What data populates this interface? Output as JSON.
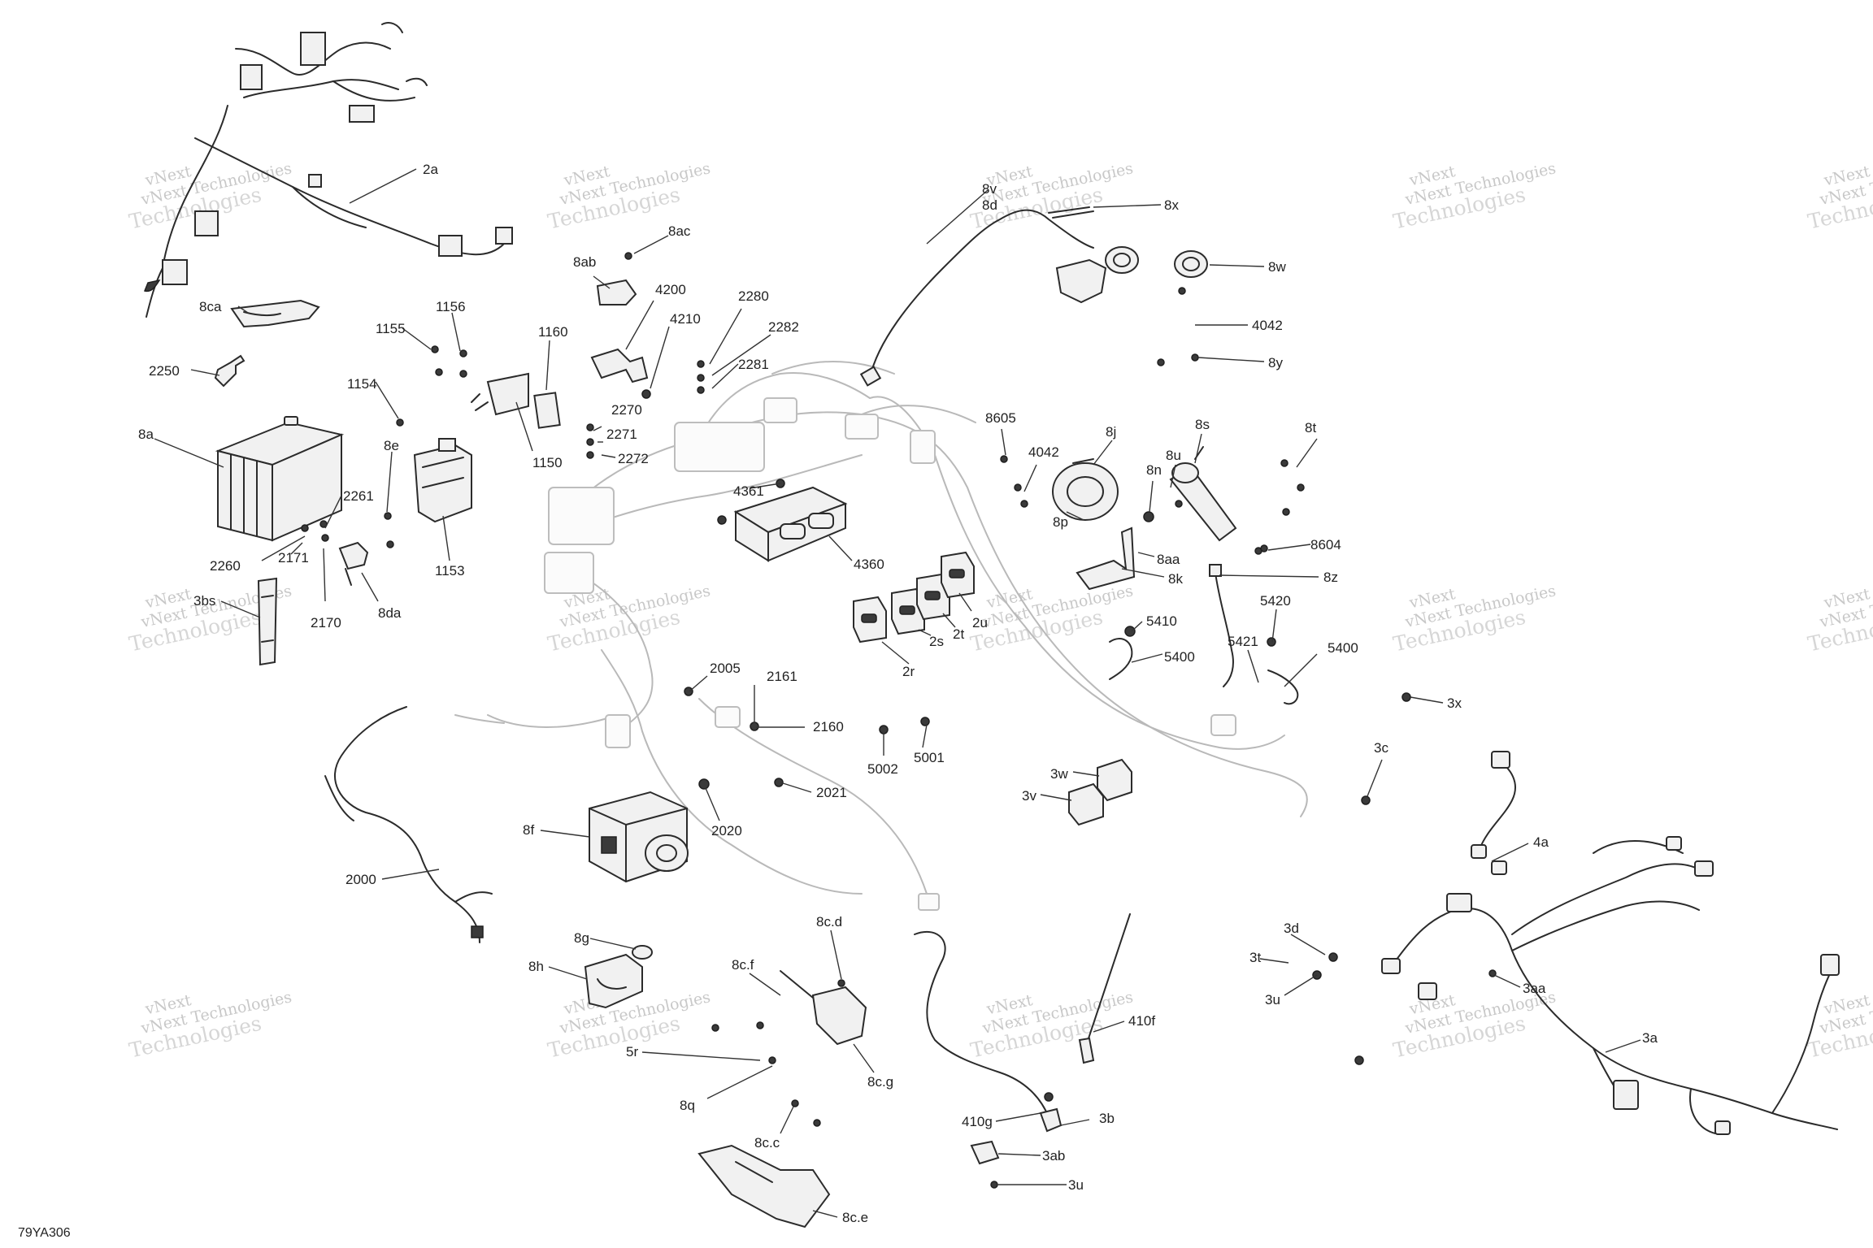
{
  "diagram_code": "79YA306",
  "watermark": {
    "top_line": "vNext",
    "middle_line": "vNext Technologies",
    "bottom_line": "Technologies"
  },
  "callouts": [
    "2a",
    "8ca",
    "2250",
    "1155",
    "1156",
    "1154",
    "1160",
    "1150",
    "1153",
    "8a",
    "8e",
    "2261",
    "2260",
    "2171",
    "2170",
    "8da",
    "3bs",
    "8ac",
    "8ab",
    "4200",
    "4210",
    "2280",
    "2282",
    "2281",
    "2270",
    "2271",
    "2272",
    "8v",
    "8d",
    "8x",
    "8w",
    "4042",
    "8y",
    "8605",
    "4042",
    "8j",
    "8s",
    "8t",
    "8u",
    "8n",
    "8p",
    "8aa",
    "8k",
    "8z",
    "8604",
    "4361",
    "4360",
    "2u",
    "2t",
    "2s",
    "2r",
    "5410",
    "5400",
    "5420",
    "5421",
    "5400",
    "2005",
    "2161",
    "2160",
    "5002",
    "5001",
    "2021",
    "2020",
    "3x",
    "3c",
    "3w",
    "3v",
    "4a",
    "8f",
    "2000",
    "8g",
    "8h",
    "8c.d",
    "8c.f",
    "5r",
    "8c.g",
    "8q",
    "8c.c",
    "8c.e",
    "410f",
    "410g",
    "3b",
    "3ab",
    "3u",
    "3d",
    "3t",
    "3u",
    "3aa",
    "3a"
  ]
}
